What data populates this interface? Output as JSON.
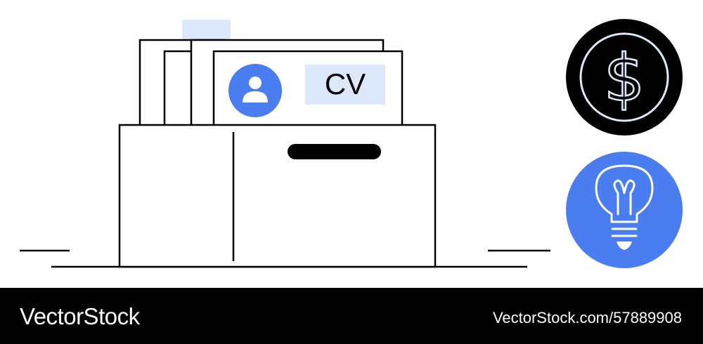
{
  "illustration": {
    "cv_label": "CV",
    "colors": {
      "line": "#000000",
      "accent_blue": "#4a7ef0",
      "light_blue": "#dde8fb",
      "white": "#ffffff"
    },
    "icons": [
      "document-box-icon",
      "person-icon",
      "dollar-coin-icon",
      "lightbulb-icon"
    ]
  },
  "footer": {
    "brand": "VectorStock",
    "stock_id": "VectorStock.com/57889908"
  }
}
